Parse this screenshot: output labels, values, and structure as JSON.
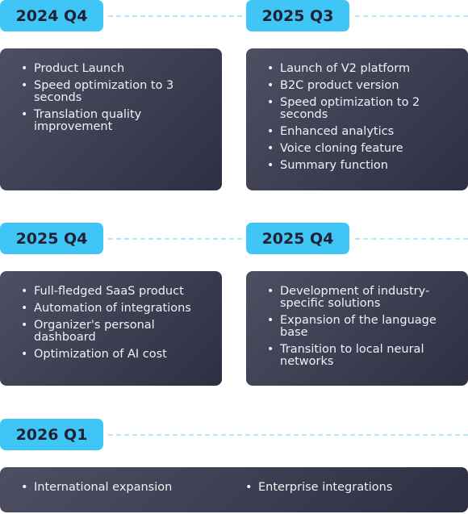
{
  "roadmap": [
    {
      "period": "2024 Q4",
      "items": [
        "Product Launch",
        "Speed optimization to 3 seconds",
        "Translation quality improvement"
      ]
    },
    {
      "period": "2025 Q3",
      "items": [
        "Launch of V2 platform",
        "B2C product version",
        "Speed optimization to 2 seconds",
        "Enhanced analytics",
        "Voice cloning feature",
        "Summary function"
      ]
    },
    {
      "period": "2025 Q4",
      "items": [
        "Full-fledged SaaS product",
        "Automation of integrations",
        "Organizer's personal dashboard",
        "Optimization of AI cost"
      ]
    },
    {
      "period": "2025 Q4",
      "items": [
        "Development of industry-specific solutions",
        "Expansion of the language base",
        "Transition to local neural networks"
      ]
    },
    {
      "period": "2026 Q1",
      "items": [
        "International expansion",
        "Enterprise integrations"
      ]
    }
  ],
  "colors": {
    "pill": "#3fc6f7",
    "card_light": "#4e4f62",
    "card_dark": "#2e2f42",
    "dash": "#b7e8fa"
  }
}
